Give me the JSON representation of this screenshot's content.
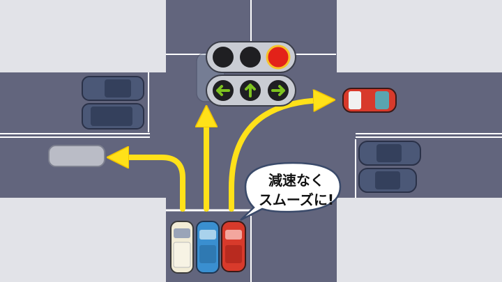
{
  "speech_bubble": {
    "line1": "減速なく",
    "line2": "スムーズに!"
  },
  "traffic_signal": {
    "lamps": [
      "off",
      "off",
      "red"
    ],
    "arrows": [
      "left",
      "straight",
      "right"
    ],
    "arrow_color": "#7ec31f"
  },
  "vehicles_queue": [
    {
      "type": "minivan",
      "color": "#f2ecd6"
    },
    {
      "type": "hatchback",
      "color": "#3a8fd0"
    },
    {
      "type": "hatchback",
      "color": "#d83a2b"
    }
  ],
  "colors": {
    "road": "#62657d",
    "sidewalk": "#e2e3e8",
    "lane_line": "#ffffff",
    "path_arrow": "#ffe119",
    "signal_housing": "#c9ccd3"
  }
}
